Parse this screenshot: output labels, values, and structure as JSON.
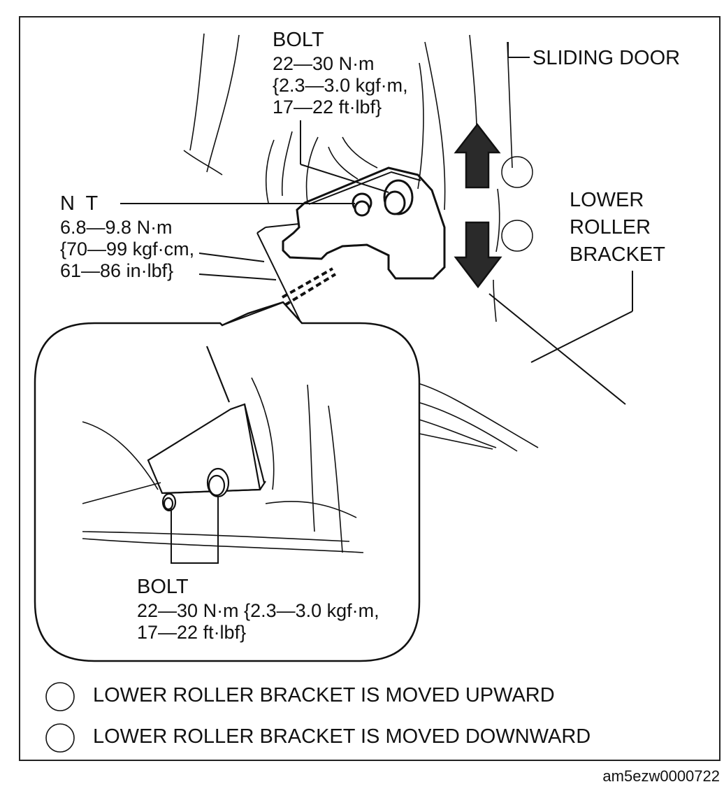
{
  "labels": {
    "bolt_top": [
      "BOLT",
      "22—30 N·m",
      "{2.3—3.0 kgf·m,",
      "17—22 ft·lbf}"
    ],
    "nut": [
      "N  T",
      "6.8—9.8 N·m",
      "{70—99 kgf·cm,",
      "61—86 in·lbf}"
    ],
    "sliding_door": "SLIDING DOOR",
    "lower_roller_bracket": [
      "LOWER",
      "ROLLER",
      "BRACKET"
    ],
    "bolt_inset": [
      "BOLT",
      "22—30 N·m {2.3—3.0 kgf·m,",
      "17—22 ft·lbf}"
    ]
  },
  "legend": [
    {
      "symbol": "circle",
      "text": "LOWER ROLLER BRACKET IS MOVED UPWARD"
    },
    {
      "symbol": "circle",
      "text": "LOWER ROLLER BRACKET IS MOVED DOWNWARD"
    }
  ],
  "figure_code": "am5ezw0000722",
  "colors": {
    "ink": "#111111",
    "arrow_fill": "#2a2a2a",
    "background": "#ffffff"
  }
}
